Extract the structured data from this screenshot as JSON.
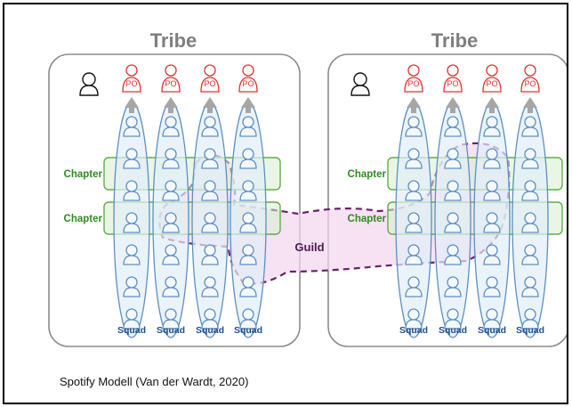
{
  "caption": "Spotify Modell (Van der Wardt, 2020)",
  "tribes": [
    {
      "title": "Tribe",
      "chapters": [
        "Chapter",
        "Chapter"
      ],
      "squads": [
        "Squad",
        "Squad",
        "Squad",
        "Squad"
      ],
      "po_labels": [
        "PO",
        "PO",
        "PO",
        "PO"
      ]
    },
    {
      "title": "Tribe",
      "chapters": [
        "Chapter",
        "Chapter"
      ],
      "squads": [
        "Squad",
        "Squad",
        "Squad",
        "Squad"
      ],
      "po_labels": [
        "PO",
        "PO",
        "PO",
        "PO"
      ]
    }
  ],
  "guild": {
    "label": "Guild"
  },
  "colors": {
    "tribe_border": "#8c8c8c",
    "tribe_title": "#7f7f7f",
    "chapter_fill": "#d8efcf",
    "chapter_border": "#5fae4a",
    "chapter_text": "#2e8b1e",
    "squad_fill": "#e3eef8",
    "squad_border": "#5b8fc4",
    "squad_text": "#1f4e8c",
    "po_color": "#e03030",
    "guild_fill": "#f3d6ee",
    "guild_border": "#6b1f6e",
    "arrow": "#a6a6a6"
  }
}
